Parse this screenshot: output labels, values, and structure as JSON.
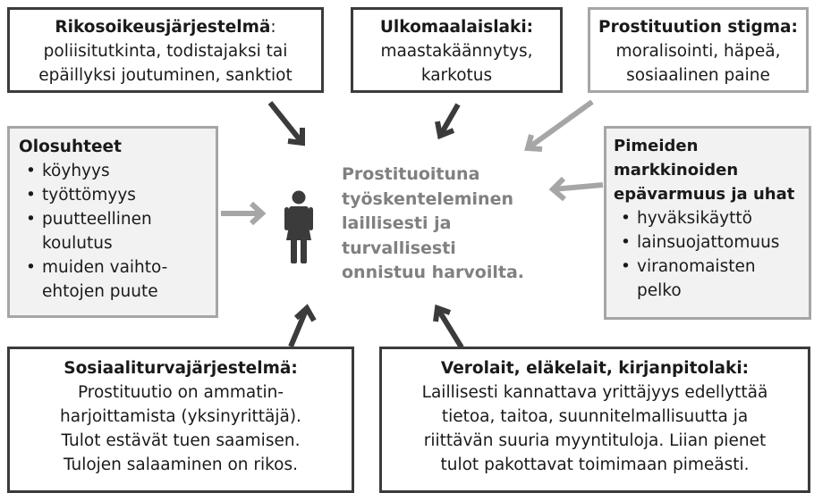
{
  "boxes": {
    "criminal": {
      "title": "Rikosoikeusjärjestelmä",
      "after_title": ":",
      "lines": [
        "poliisitutkinta, todistajaksi tai",
        "epäillyksi joutuminen, sanktiot"
      ]
    },
    "alien": {
      "title": "Ulkomaalaislaki:",
      "lines": [
        "maastakäännytys,",
        "karkotus"
      ]
    },
    "stigma": {
      "title": "Prostituution stigma:",
      "lines": [
        "moralisointi, häpeä,",
        "sosiaalinen paine"
      ]
    },
    "conditions": {
      "title": "Olosuhteet",
      "items": [
        "köyhyys",
        "työttömyys",
        "puutteellinen koulutus",
        "muiden vaihto-ehtojen puute"
      ],
      "item_lines": [
        [
          "köyhyys"
        ],
        [
          "työttömyys"
        ],
        [
          "puutteellinen",
          "koulutus"
        ],
        [
          "muiden vaihto-",
          "ehtojen puute"
        ]
      ]
    },
    "black_market": {
      "title_lines": [
        "Pimeiden",
        "markkinoiden",
        "epävarmuus ja uhat"
      ],
      "items": [
        "hyväksikäyttö",
        "lainsuojattomuus",
        "viranomaisten pelko"
      ],
      "item_lines": [
        [
          "hyväksikäyttö"
        ],
        [
          "lainsuojattomuus"
        ],
        [
          "viranomaisten",
          "pelko"
        ]
      ]
    },
    "social": {
      "title": "Sosiaaliturvajärjestelmä:",
      "lines": [
        "Prostituutio on ammatin-",
        "harjoittamista (yksinyrittäjä).",
        "Tulot estävät tuen saamisen.",
        "Tulojen salaaminen on rikos."
      ]
    },
    "tax": {
      "title": "Verolait, eläkelait, kirjanpitolaki:",
      "lines": [
        "Laillisesti kannattava yrittäjyys edellyttää",
        "tietoa, taitoa, suunnitelmallisuutta ja",
        "riittävän suuria myyntituloja.  Liian pienet",
        "tulot pakottavat toimimaan pimeästi."
      ]
    }
  },
  "center": {
    "lines": [
      "Prostituoituna",
      "työskenteleminen",
      "laillisesti ja",
      "turvallisesti",
      "onnistuu harvoilta."
    ]
  },
  "icons": {
    "person": "woman-icon",
    "bullet": "•"
  },
  "colors": {
    "dark_border": "#3b3b3b",
    "light_border": "#a6a6a6",
    "light_fill": "#f2f2f2",
    "center_text": "#808080",
    "dark_arrow": "#3b3b3b",
    "light_arrow": "#a6a6a6"
  }
}
